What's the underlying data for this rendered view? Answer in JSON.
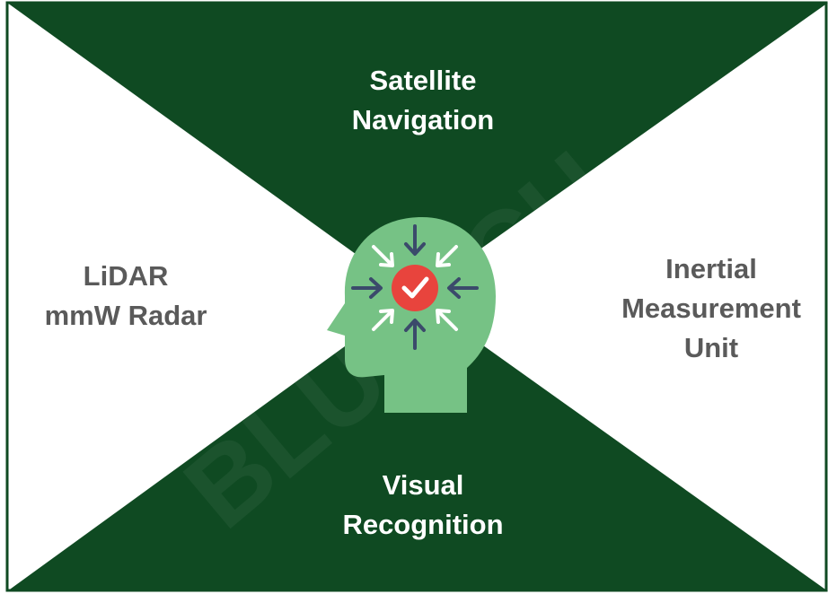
{
  "colors": {
    "dark_green": "#0f4a22",
    "light_bg": "#ffffff",
    "head_green": "#76c285",
    "arrow_navy": "#3b4a6b",
    "arrow_white": "#ffffff",
    "center_red": "#e8443d",
    "label_dark_text": "#ffffff",
    "label_light_text": "#5a5a5a"
  },
  "center": {
    "icon": "head-with-check-icon"
  },
  "quadrants": {
    "top": {
      "line1": "Satellite",
      "line2": "Navigation"
    },
    "bottom": {
      "line1": "Visual",
      "line2": "Recognition"
    },
    "left": {
      "line1": "LiDAR",
      "line2": "mmW Radar"
    },
    "right": {
      "line1": "Inertial",
      "line2": "Measurement",
      "line3": "Unit"
    }
  },
  "watermark": "BLUTECH"
}
